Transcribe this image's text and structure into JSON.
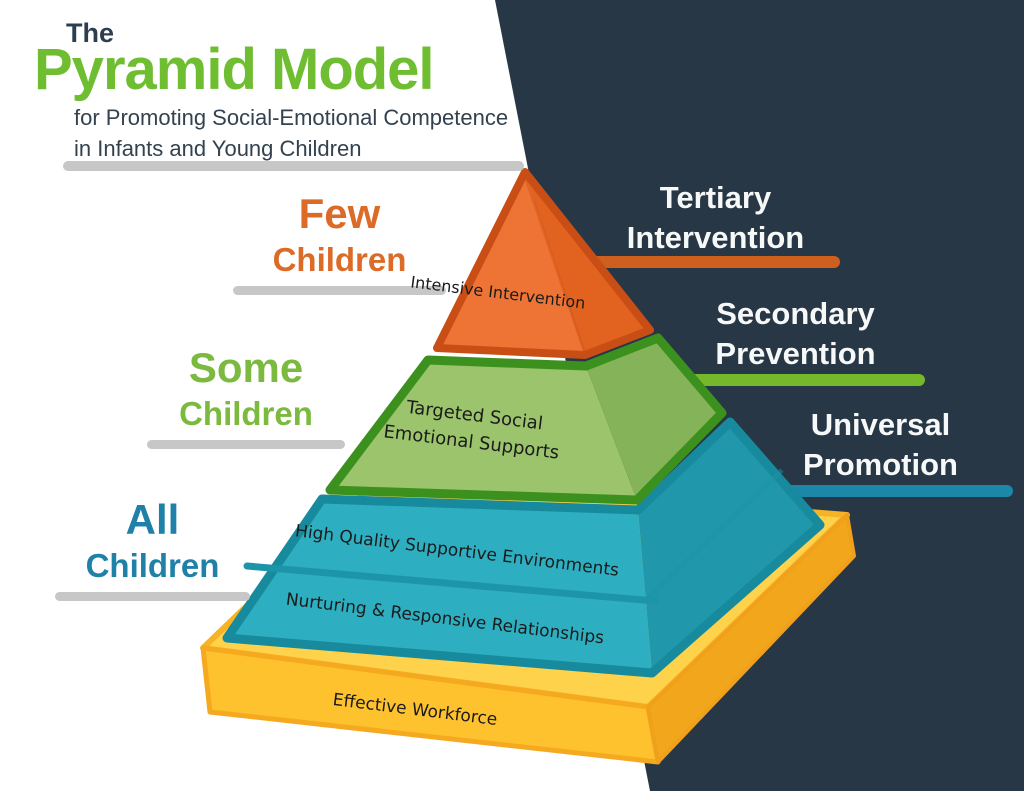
{
  "header": {
    "pre_title": "The",
    "title": "Pyramid Model",
    "subtitle_line1": "for Promoting Social-Emotional Competence",
    "subtitle_line2": "in Infants and Young Children"
  },
  "left_labels": {
    "few": {
      "line1": "Few",
      "line2": "Children",
      "color": "#DD6B28"
    },
    "some": {
      "line1": "Some",
      "line2": "Children",
      "color": "#7BB93F"
    },
    "all": {
      "line1": "All",
      "line2": "Children",
      "color": "#1F81A8"
    }
  },
  "right_labels": {
    "tertiary": {
      "line1": "Tertiary",
      "line2": "Intervention",
      "bar_color": "#CF5F1F"
    },
    "secondary": {
      "line1": "Secondary",
      "line2": "Prevention",
      "bar_color": "#76B82B"
    },
    "universal": {
      "line1": "Universal",
      "line2": "Promotion",
      "bar_color": "#1C87A9"
    }
  },
  "pyramid": {
    "tier_intensive": "Intensive Intervention",
    "tier_targeted": "Targeted Social Emotional Supports",
    "tier_environments": "High Quality Supportive Environments",
    "tier_relationships": "Nurturing & Responsive Relationships",
    "tier_workforce": "Effective Workforce"
  },
  "colors": {
    "background_panel": "#273746",
    "page_background": "#FFFFFF",
    "title_green": "#6FBE31",
    "title_dark": "#2C3E50",
    "underline_gray": "#C7C7C7",
    "orange_front": "#EE7436",
    "orange_side": "#E2631F",
    "orange_outline": "#C94E15",
    "green_front": "#9BC46C",
    "green_side": "#85B35A",
    "green_outline": "#3C911E",
    "teal_front": "#2EAFC1",
    "teal_side": "#2097AA",
    "teal_outline": "#178B9D",
    "yellow_top": "#FFD24C",
    "yellow_front": "#FFC22F",
    "yellow_side": "#F2A61C"
  }
}
